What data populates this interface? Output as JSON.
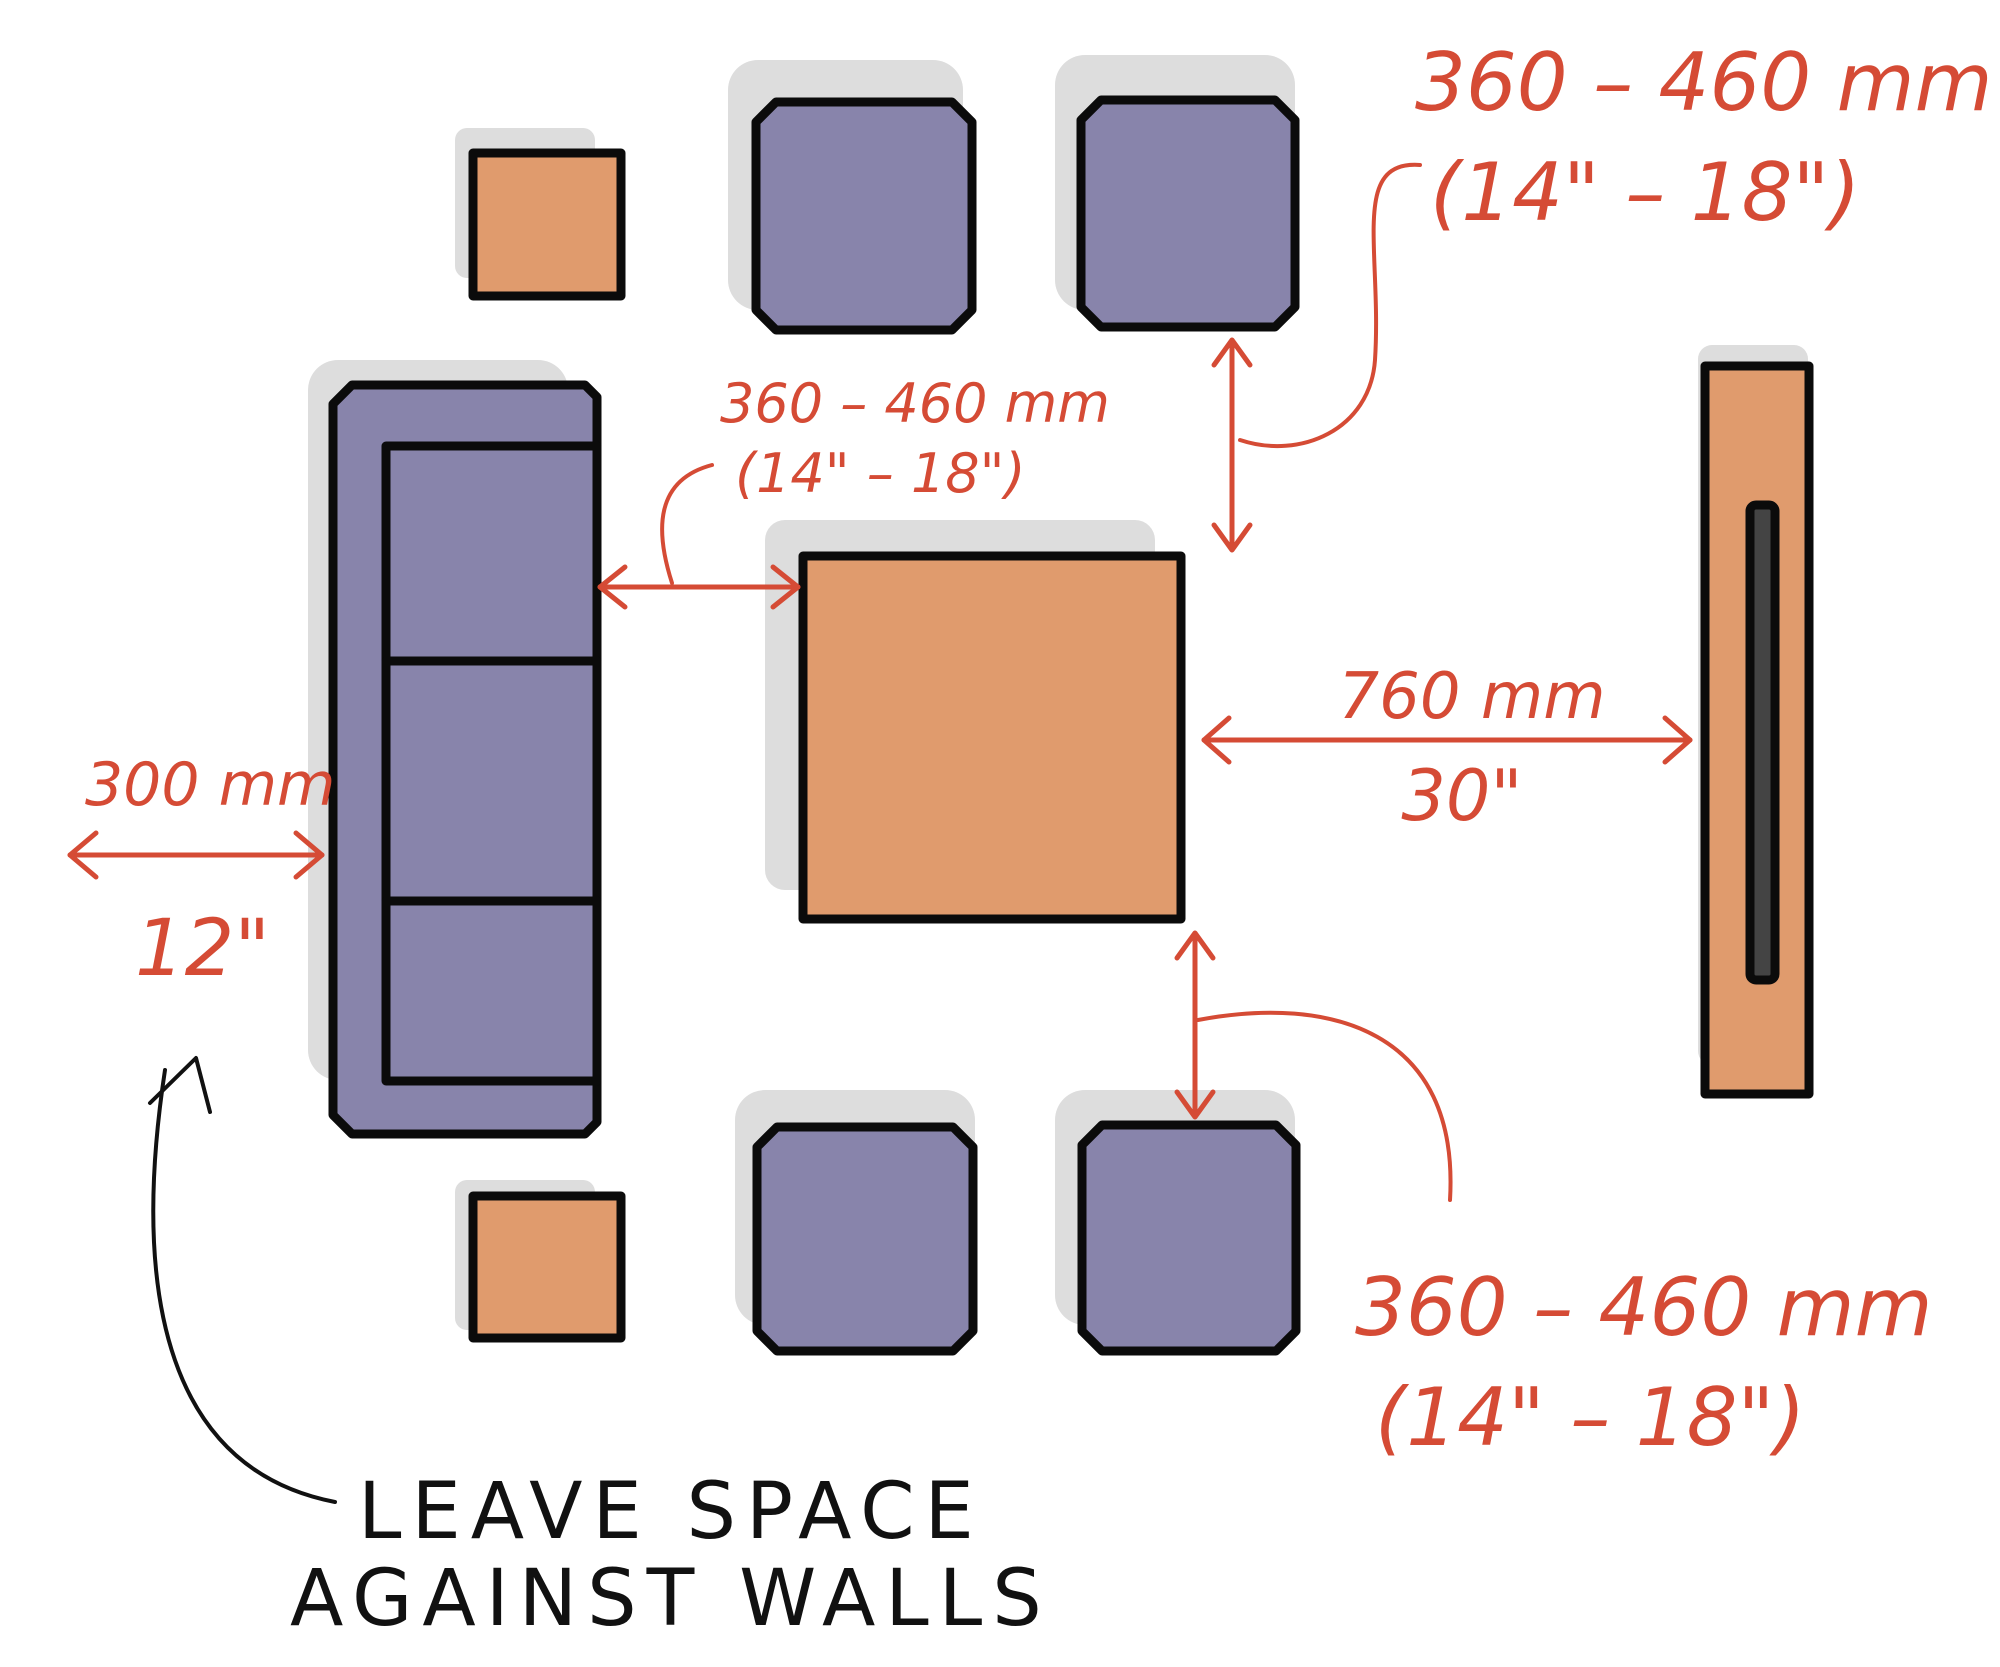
{
  "colors": {
    "sofa_chair": "#8884ab",
    "table": "#e09b6d",
    "outline": "#0b0b0b",
    "dimension": "#d54b35",
    "shadow": "#dddddd",
    "tv": "#444444"
  },
  "labels": {
    "top_right": {
      "mm": "360 – 460 mm",
      "inch": "(14\" – 18\")"
    },
    "sofa_to_table": {
      "mm": "360 – 460 mm",
      "inch": "(14\" – 18\")"
    },
    "table_to_tv": {
      "mm": "760 mm",
      "inch": "30\""
    },
    "wall_gap": {
      "mm": "300 mm",
      "inch": "12\""
    },
    "bottom_right": {
      "mm": "360 – 460 mm",
      "inch": "(14\" – 18\")"
    }
  },
  "note": {
    "line1": "LEAVE SPACE",
    "line2": "AGAINST WALLS"
  }
}
